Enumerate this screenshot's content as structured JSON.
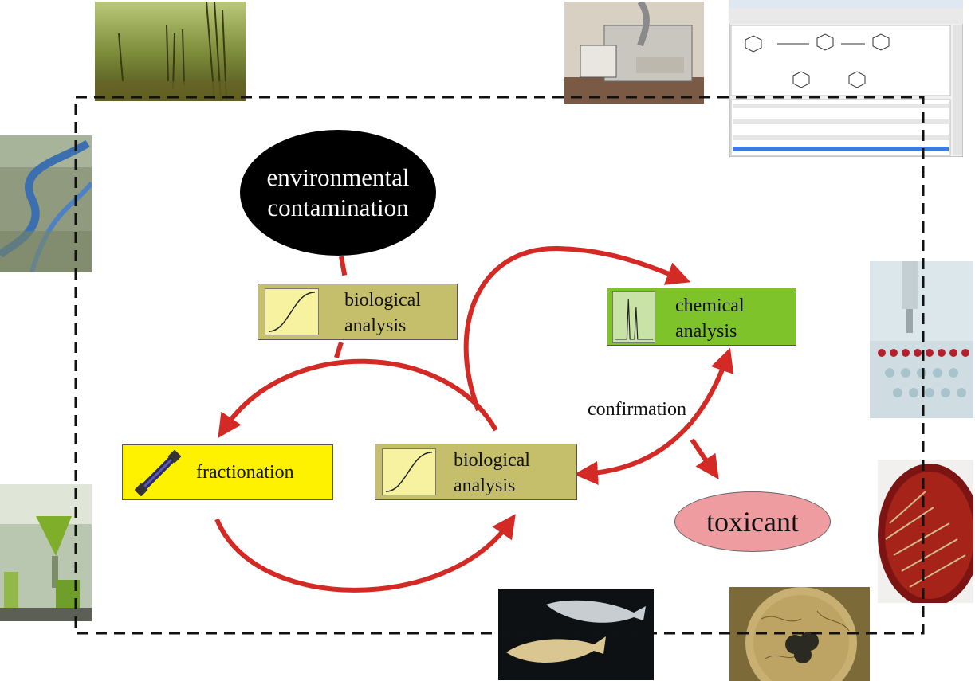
{
  "nodes": {
    "environmental_contamination": {
      "line1": "environmental",
      "line2": "contamination"
    },
    "biological_analysis_top": {
      "line1": "biological",
      "line2": "analysis"
    },
    "chemical_analysis": {
      "line1": "chemical",
      "line2": "analysis"
    },
    "fractionation": {
      "label": "fractionation"
    },
    "biological_analysis_mid": {
      "line1": "biological",
      "line2": "analysis"
    },
    "toxicant": {
      "label": "toxicant"
    }
  },
  "labels": {
    "confirmation": "confirmation"
  },
  "colors": {
    "arrow": "#d42a25",
    "olive_box": "#c5bf6b",
    "chemical_box": "#7fc32a",
    "fractionation_box": "#fff200",
    "toxicant_fill": "#ee9ca0",
    "dashed_border": "#111111"
  },
  "photos": [
    {
      "name": "underwater-plants-photo"
    },
    {
      "name": "river-aerial-photo"
    },
    {
      "name": "lab-glassware-photo"
    },
    {
      "name": "robotic-sampler-photo"
    },
    {
      "name": "software-screenshot-photo"
    },
    {
      "name": "microplate-pipetting-photo"
    },
    {
      "name": "bacteria-petri-dish-photo"
    },
    {
      "name": "zebrafish-photo"
    },
    {
      "name": "fish-embryo-photo"
    }
  ]
}
